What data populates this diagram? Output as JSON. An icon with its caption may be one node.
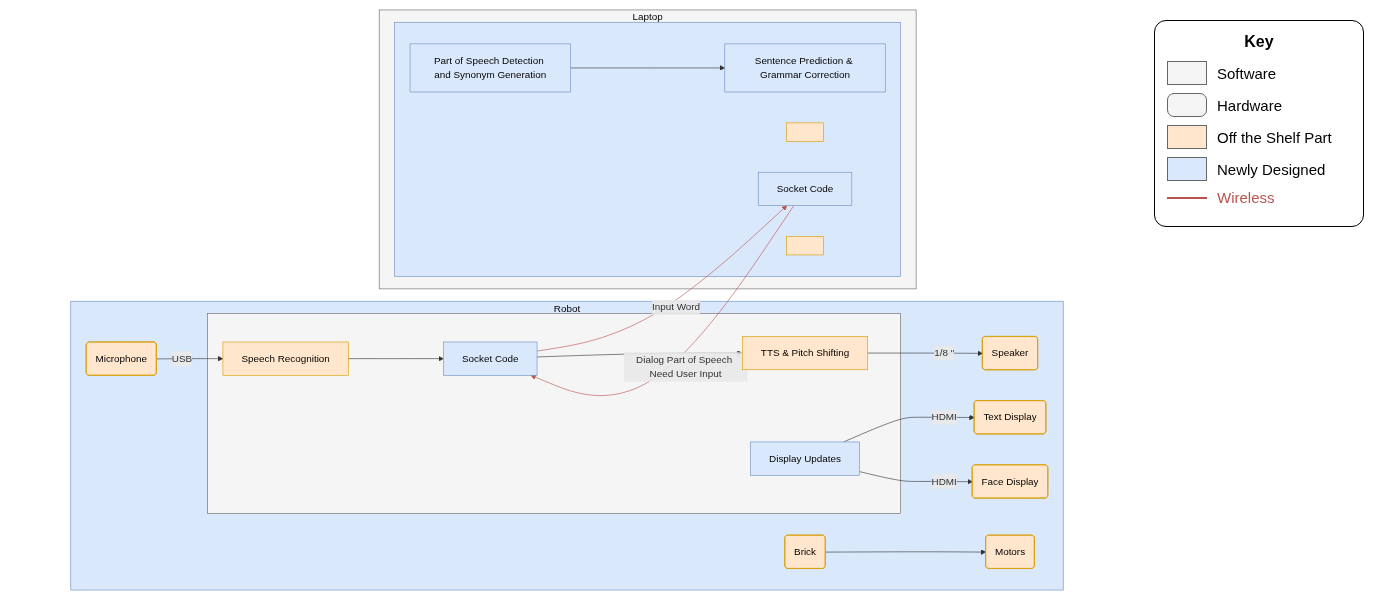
{
  "diagram": {
    "nodes": [
      {
        "text": [
          "Robot"
        ]
      },
      {
        "text": [],
        "shape": "box",
        "in": 0
      },
      {
        "text": [
          "Microphone"
        ],
        "in": 0
      },
      {
        "text": [
          "Speech Recognition"
        ],
        "in": 1
      },
      {
        "text": [
          "Socket Code"
        ],
        "in": 1
      },
      {
        "text": [
          "Speaker"
        ],
        "in": 0
      },
      {
        "text": [
          "TTS & Pitch Shifting"
        ],
        "in": 1
      },
      {
        "text": [
          "Display Updates"
        ],
        "in": 1
      },
      {
        "text": [
          "Brick"
        ],
        "in": 0
      },
      {
        "text": [
          "Motors"
        ],
        "in": 0
      },
      {
        "text": [
          "Text Display"
        ],
        "in": 0
      },
      {
        "text": [
          "Face Display"
        ],
        "in": 0
      },
      {
        "text": [
          "Laptop"
        ]
      },
      {
        "text": [],
        "shape": "box",
        "in": 12
      },
      {
        "text": [
          "Socket Code"
        ],
        "in": 13
      },
      {
        "text": [
          "Part of Speech Detection and Synonym Generation"
        ],
        "in": 13
      },
      {
        "text": [],
        "shape": "box",
        "in": 13
      },
      {
        "text": [
          "Sentence Prediction & Grammar Correction"
        ],
        "in": 13
      },
      {
        "text": [],
        "shape": "box",
        "in": 13
      }
    ],
    "edges": [
      {
        "from": 2,
        "to": 3,
        "arrow": "to",
        "label": "USB"
      },
      {
        "from": 3,
        "to": 4,
        "arrow": "to"
      },
      {
        "from": 4,
        "to": 14,
        "arrow": "to",
        "label": "Input Word",
        "color": "#b85450"
      },
      {
        "from": 14,
        "to": 4,
        "arrow": "to",
        "label": "Dialog Part of Speech Need User Input",
        "color": "#b85450"
      },
      {
        "from": 4,
        "to": 6,
        "arrow": "to"
      },
      {
        "from": 6,
        "to": 5,
        "arrow": "to",
        "label": "1/8 \""
      },
      {
        "from": 8,
        "to": 9,
        "arrow": "to"
      },
      {
        "from": 7,
        "to": 10,
        "arrow": "to",
        "label": "HDMI"
      },
      {
        "from": 7,
        "to": 11,
        "arrow": "to",
        "label": "HDMI"
      },
      {
        "from": 15,
        "to": 17,
        "arrow": "to"
      }
    ],
    "labels": [
      "Key"
    ],
    "legend": [
      {
        "text": "Software"
      },
      {
        "text": "Hardware"
      },
      {
        "text": "Off the Shelf Part",
        "color": "#ffe6cc"
      },
      {
        "text": "Newly Designed",
        "color": "#dae8fc"
      },
      {
        "text": "Wireless"
      }
    ]
  }
}
